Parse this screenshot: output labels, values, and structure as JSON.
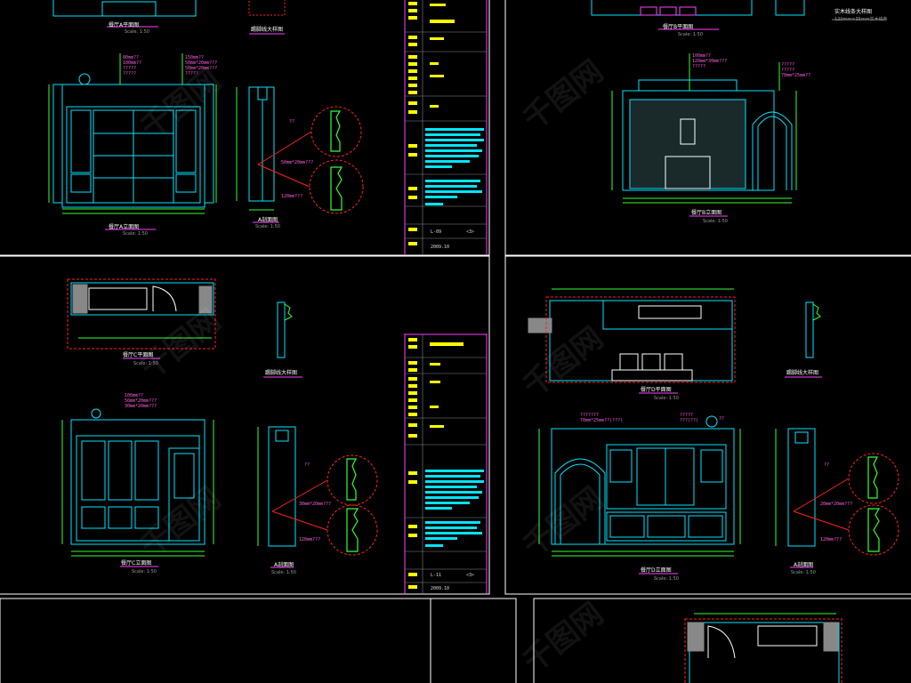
{
  "drawings": {
    "a_plan_title": "餐厅A平面图",
    "a_plan_scale": "Scale: 1:50",
    "a_elev_title": "餐厅A立面图",
    "a_elev_scale": "Scale: 1:50",
    "a_molding_title": "踢脚线大样图",
    "a_section_title": "A剖面图",
    "a_section_scale": "Scale: 1:50",
    "b_plan_title": "餐厅B平面图",
    "b_plan_scale": "Scale: 1:50",
    "b_elev_title": "餐厅B立面图",
    "b_elev_scale": "Scale: 1:50",
    "b_top_note_1": "实木线条大样图",
    "b_top_note_2": "120mm×35mm实木线条",
    "c_plan_title": "餐厅C平面图",
    "c_plan_scale": "Scale: 1:50",
    "c_elev_title": "餐厅C立面图",
    "c_elev_scale": "Scale: 1:50",
    "c_molding_title": "踢脚线大样图",
    "c_section_title": "A剖面图",
    "c_section_scale": "Scale: 1:50",
    "d_plan_title": "餐厅D平面图",
    "d_plan_scale": "Scale: 1:50",
    "d_elev_title": "餐厅D立面图",
    "d_elev_scale": "Scale: 1:50",
    "d_molding_title": "踢脚线大样图",
    "d_section_title": "A剖面图",
    "d_section_scale": "Scale: 1:50"
  },
  "annotations": {
    "a_elev_left": "80mm??\n100mm??\n?????\n?????",
    "a_elev_right": "150mm??\n50mm*20mm???\n50mm*20mm???\n?????",
    "a_section_1": "??",
    "a_section_2": "50mm*20mm???",
    "a_section_3": "120mm???",
    "b_elev_left": "100mm??\n120mm*30mm???\n?????",
    "b_elev_right": "?????\n?????\n70mm*25mm??",
    "c_elev_left": "100mm??\n50mm*20mm???\n30mm*20mm???",
    "c_section_1": "??",
    "c_section_2": "30mm*20mm???",
    "c_section_3": "120mm???",
    "d_elev_left": "???????\n70mm*25mm??(???)",
    "d_elev_right": "?????\n???(??)",
    "d_elev_right2": "??",
    "d_section_1": "??",
    "d_section_2": "20mm*20mm???",
    "d_section_3": "120mm???"
  },
  "title_blocks": {
    "top_sheet": "L-09",
    "top_rev": "<3>",
    "top_date": "2009.10",
    "mid_sheet": "L-11",
    "mid_rev": "<3>",
    "mid_date": "2009.10"
  },
  "colors": {
    "background": "#000000",
    "cyan": "#00e5ff",
    "green": "#33ff33",
    "red": "#ff2020",
    "yellow": "#ffff00",
    "magenta": "#ff40ff",
    "white": "#ffffff"
  }
}
